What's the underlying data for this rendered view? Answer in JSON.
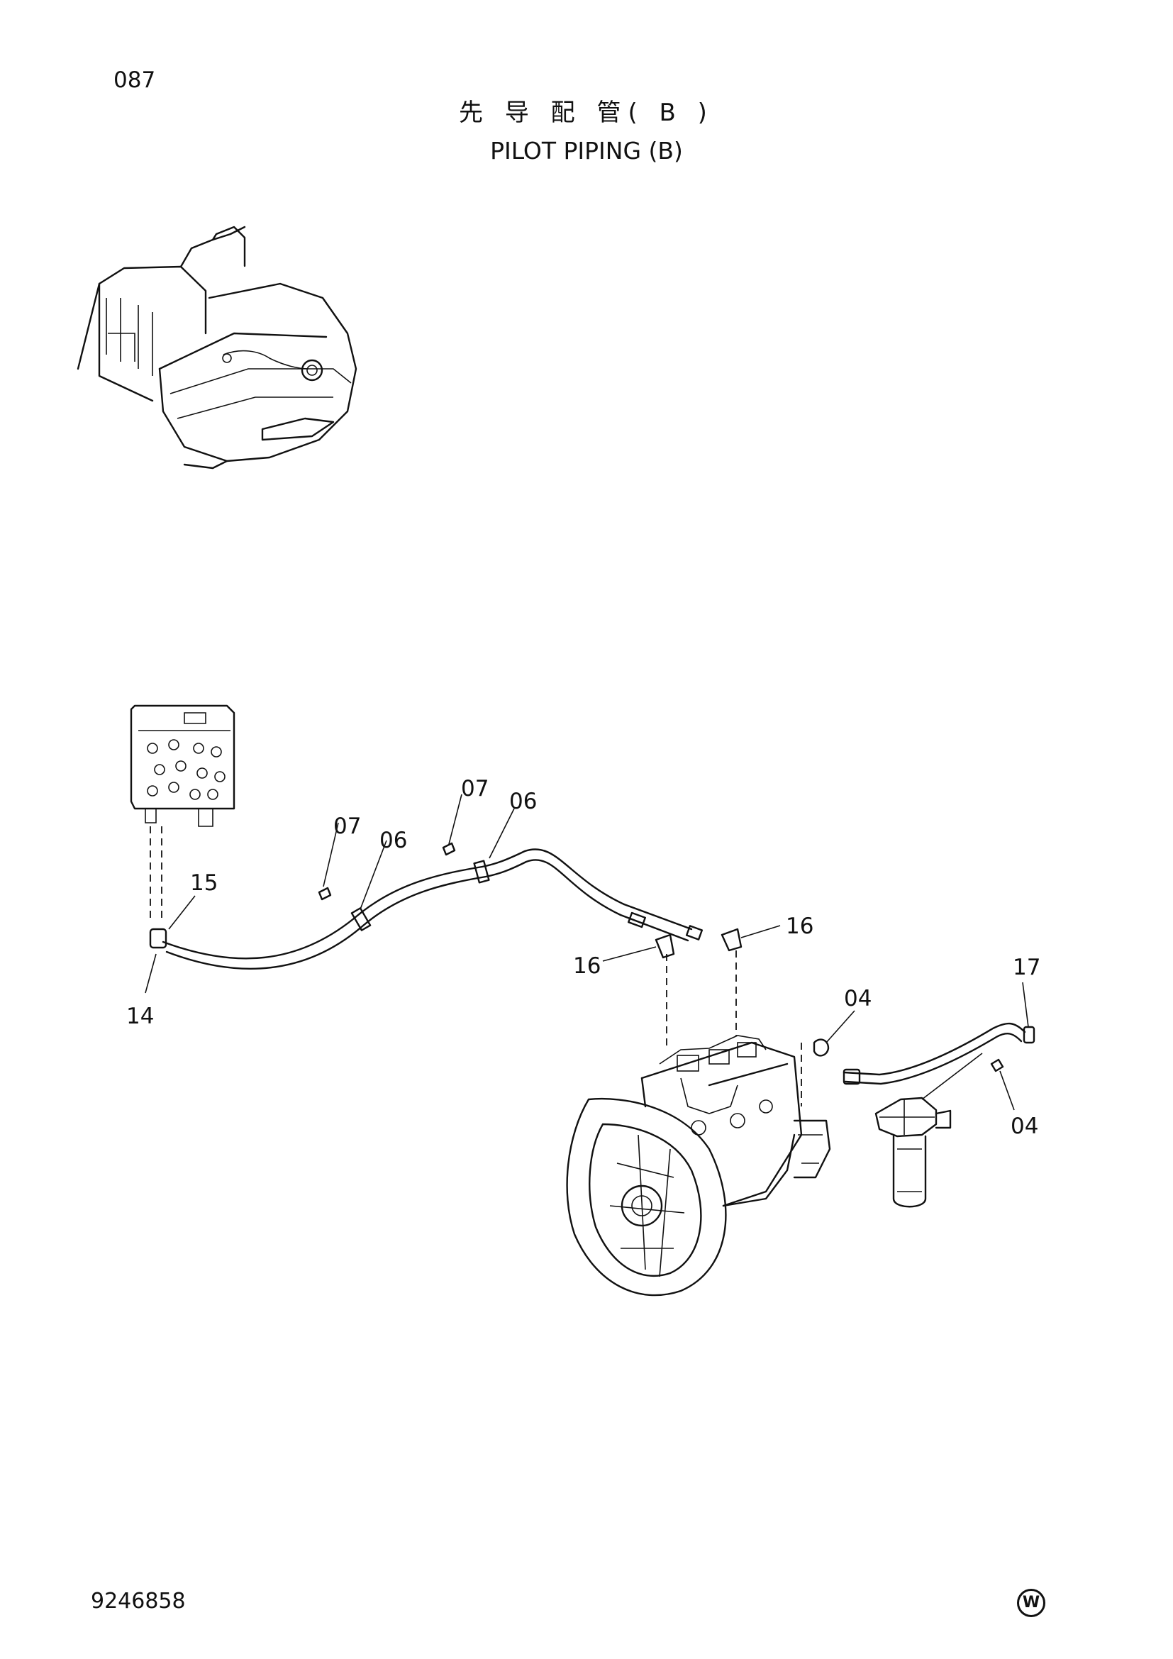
{
  "header": {
    "page_number": "087",
    "title_cn": "先 导 配 管( B )",
    "title_en": "PILOT PIPING (B)"
  },
  "callouts": {
    "c07a": "07",
    "c06a": "06",
    "c07b": "07",
    "c06b": "06",
    "c15": "15",
    "c14": "14",
    "c16a": "16",
    "c16b": "16",
    "c04a": "04",
    "c17": "17",
    "c04b": "04"
  },
  "footer": {
    "drawing_number": "9246858",
    "mark": "W"
  }
}
